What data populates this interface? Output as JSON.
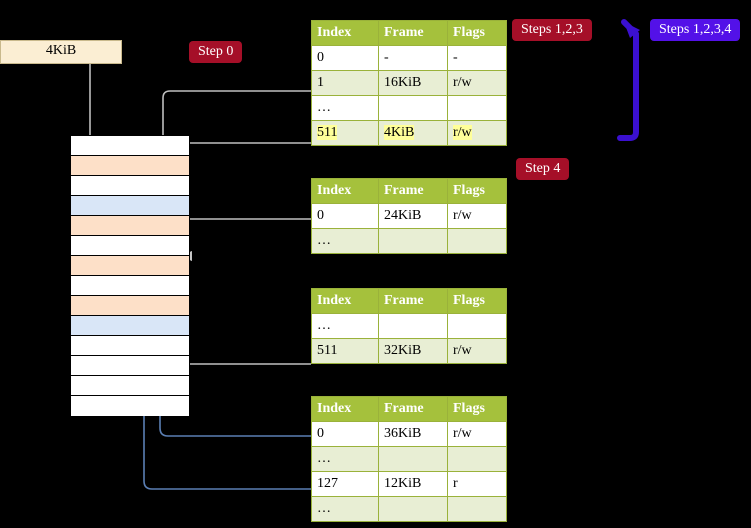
{
  "labels": {
    "step0": "Step 0",
    "step4": "Step 4",
    "steps123": "Steps 1,2,3",
    "steps1234": "Steps 1,2,3,4"
  },
  "source_box": {
    "label": "4KiB"
  },
  "colors": {
    "badge_red": "#a50f28",
    "badge_blue": "#5311e8",
    "header_green": "#a5c13c",
    "row_alt": "#e8eed4",
    "highlight": "#ffff99",
    "mem_orange": "#fde0c8",
    "mem_blue": "#d9e6f7",
    "wire_gray": "#bfbfbf",
    "wire_blue": "#5b7fb4",
    "bracket": "#3b10d0"
  },
  "memory": {
    "name": "physical-memory-column",
    "rows": [
      {
        "fill": "#ffffff"
      },
      {
        "fill": "#fde0c8"
      },
      {
        "fill": "#ffffff"
      },
      {
        "fill": "#d9e6f7"
      },
      {
        "fill": "#fde0c8"
      },
      {
        "fill": "#ffffff"
      },
      {
        "fill": "#fde0c8"
      },
      {
        "fill": "#ffffff"
      },
      {
        "fill": "#fde0c8"
      },
      {
        "fill": "#d9e6f7"
      },
      {
        "fill": "#ffffff"
      },
      {
        "fill": "#ffffff"
      },
      {
        "fill": "#ffffff"
      },
      {
        "fill": "#ffffff"
      }
    ]
  },
  "tables": [
    {
      "name": "page-table-level-1",
      "headers": [
        "Index",
        "Frame",
        "Flags"
      ],
      "rows": [
        {
          "style": "plain",
          "cells": [
            "0",
            "-",
            "-"
          ],
          "highlight": [
            false,
            false,
            false
          ]
        },
        {
          "style": "alt",
          "cells": [
            "1",
            "16KiB",
            "r/w"
          ],
          "highlight": [
            false,
            false,
            false
          ]
        },
        {
          "style": "plain",
          "cells": [
            "…",
            "",
            ""
          ],
          "highlight": [
            false,
            false,
            false
          ]
        },
        {
          "style": "alt",
          "cells": [
            "511",
            "4KiB",
            "r/w"
          ],
          "highlight": [
            true,
            true,
            true
          ]
        }
      ]
    },
    {
      "name": "page-table-level-2",
      "headers": [
        "Index",
        "Frame",
        "Flags"
      ],
      "rows": [
        {
          "style": "plain",
          "cells": [
            "0",
            "24KiB",
            "r/w"
          ],
          "highlight": [
            false,
            false,
            false
          ]
        },
        {
          "style": "alt",
          "cells": [
            "…",
            "",
            ""
          ],
          "highlight": [
            false,
            false,
            false
          ]
        }
      ]
    },
    {
      "name": "page-table-level-3",
      "headers": [
        "Index",
        "Frame",
        "Flags"
      ],
      "rows": [
        {
          "style": "plain",
          "cells": [
            "…",
            "",
            ""
          ],
          "highlight": [
            false,
            false,
            false
          ]
        },
        {
          "style": "alt",
          "cells": [
            "511",
            "32KiB",
            "r/w"
          ],
          "highlight": [
            false,
            false,
            false
          ]
        }
      ]
    },
    {
      "name": "page-table-level-4",
      "headers": [
        "Index",
        "Frame",
        "Flags"
      ],
      "rows": [
        {
          "style": "plain",
          "cells": [
            "0",
            "36KiB",
            "r/w"
          ],
          "highlight": [
            false,
            false,
            false
          ]
        },
        {
          "style": "alt",
          "cells": [
            "…",
            "",
            ""
          ],
          "highlight": [
            false,
            false,
            false
          ]
        },
        {
          "style": "plain",
          "cells": [
            "127",
            "12KiB",
            "r"
          ],
          "highlight": [
            false,
            false,
            false
          ]
        },
        {
          "style": "alt",
          "cells": [
            "…",
            "",
            ""
          ],
          "highlight": [
            false,
            false,
            false
          ]
        }
      ]
    }
  ]
}
